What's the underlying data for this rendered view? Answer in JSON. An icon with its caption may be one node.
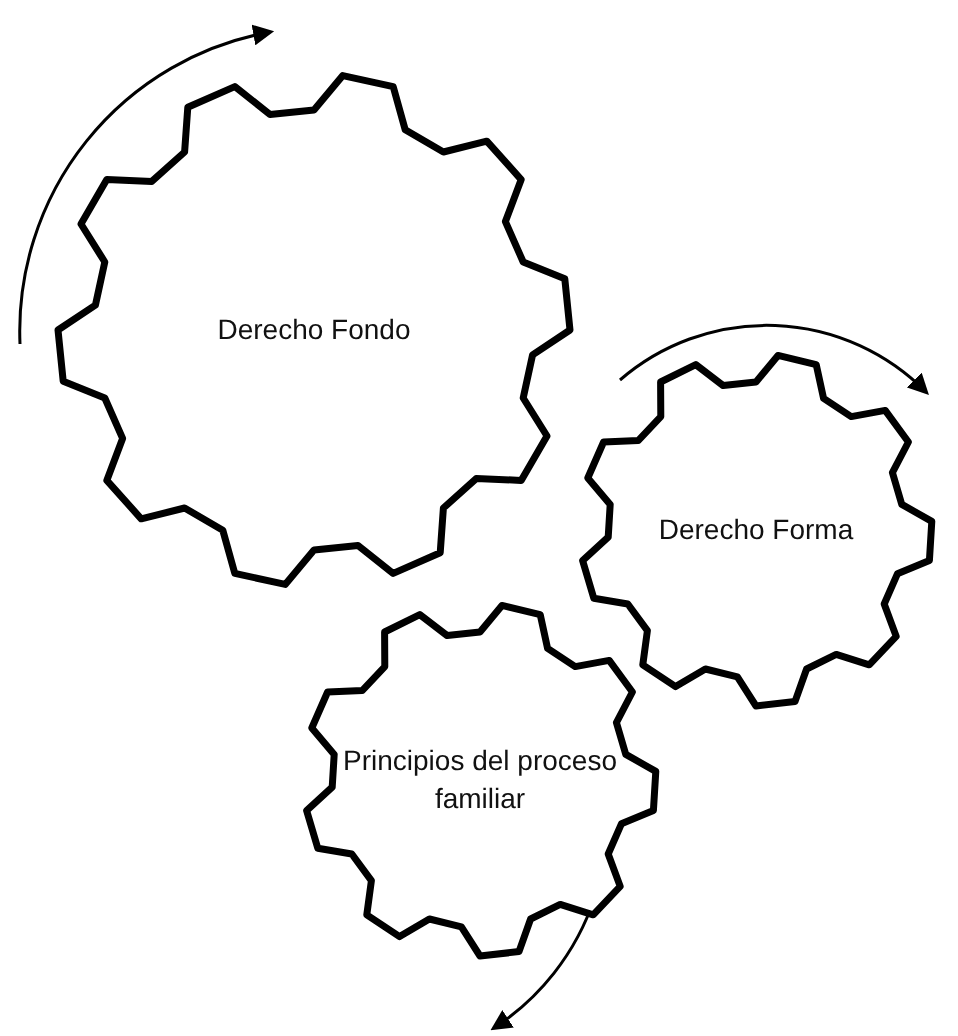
{
  "diagram": {
    "nodes": [
      {
        "text": [
          "Derecho Fondo"
        ]
      },
      {
        "text": [
          "Derecho Forma"
        ]
      },
      {
        "text": [
          "Principios del proceso familiar"
        ]
      }
    ]
  }
}
